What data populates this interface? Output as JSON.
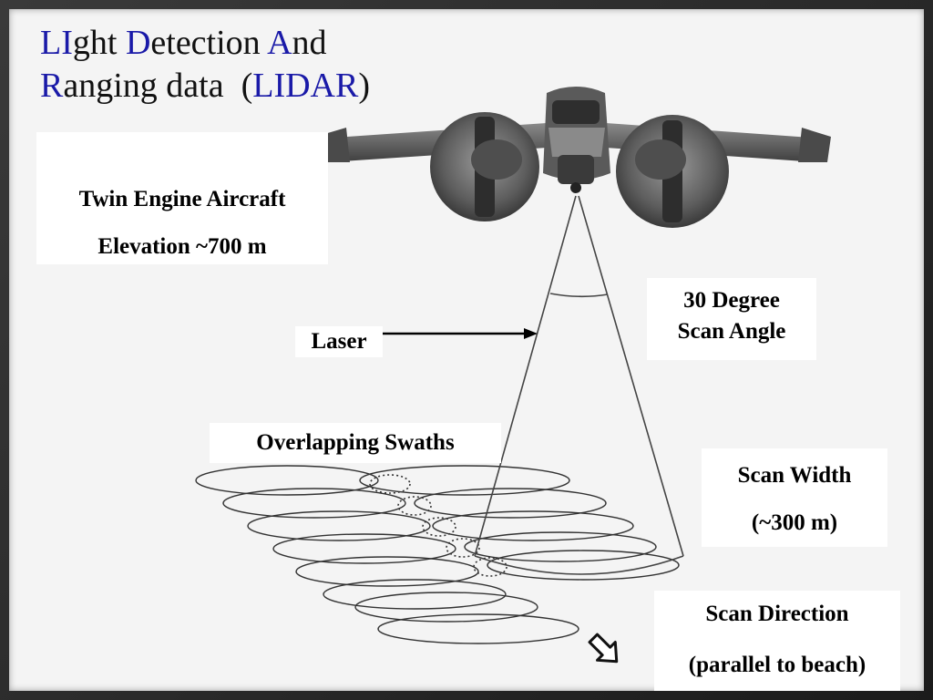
{
  "title": {
    "line1": [
      {
        "text": "LI",
        "accent": true
      },
      {
        "text": "ght ",
        "accent": false
      },
      {
        "text": "D",
        "accent": true
      },
      {
        "text": "etection ",
        "accent": false
      },
      {
        "text": "A",
        "accent": true
      },
      {
        "text": "nd",
        "accent": false
      }
    ],
    "line2": [
      {
        "text": "R",
        "accent": true
      },
      {
        "text": "anging data  (",
        "accent": false
      },
      {
        "text": "LIDAR",
        "accent": true
      },
      {
        "text": ")",
        "accent": false
      }
    ]
  },
  "labels": {
    "aircraft_line1": "Twin Engine Aircraft",
    "aircraft_line2": "Elevation ~700 m",
    "laser": "Laser",
    "angle_line1": "30 Degree",
    "angle_line2": "Scan Angle",
    "swaths": "Overlapping Swaths",
    "width_line1": "Scan Width",
    "width_line2": "(~300 m)",
    "direction_line1": "Scan Direction",
    "direction_line2": "(parallel to beach)"
  },
  "colors": {
    "accent": "#1a1aa8",
    "text": "#111111",
    "frame": "#2a2a2a",
    "panel": "#f4f4f4"
  }
}
